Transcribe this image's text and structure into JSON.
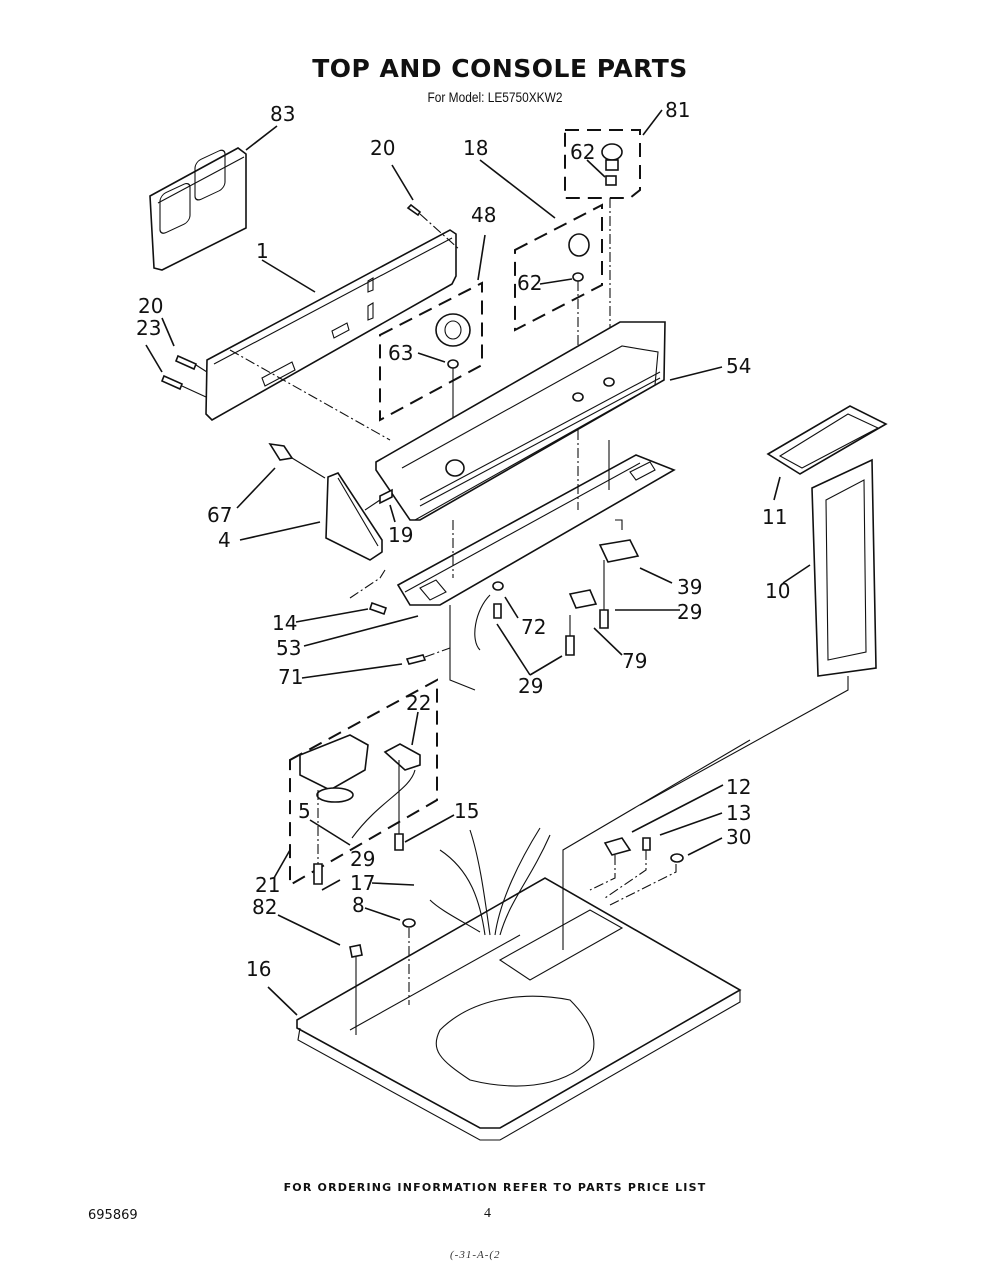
{
  "header": {
    "title": "TOP AND CONSOLE PARTS",
    "subtitle": "For Model: LE5750XKW2"
  },
  "footer": {
    "ordering_note": "FOR ORDERING INFORMATION REFER TO PARTS PRICE LIST",
    "page_number": "4",
    "document_number": "695869",
    "stamp": "(-31-A-(2"
  },
  "callouts": [
    {
      "id": "83",
      "label": "83",
      "part": "graphics-panel"
    },
    {
      "id": "20a",
      "label": "20",
      "part": "screw-top"
    },
    {
      "id": "18",
      "label": "18",
      "part": "knob-kit"
    },
    {
      "id": "81",
      "label": "81",
      "part": "knob-kit-small"
    },
    {
      "id": "62a",
      "label": "62",
      "part": "clip-upper"
    },
    {
      "id": "48",
      "label": "48",
      "part": "timer-knob-kit"
    },
    {
      "id": "1",
      "label": "1",
      "part": "console-panel"
    },
    {
      "id": "62b",
      "label": "62",
      "part": "clip-lower"
    },
    {
      "id": "20b",
      "label": "20",
      "part": "screw-left"
    },
    {
      "id": "23",
      "label": "23",
      "part": "screw-left-lower"
    },
    {
      "id": "63",
      "label": "63",
      "part": "timer-clip"
    },
    {
      "id": "54",
      "label": "54",
      "part": "console-backsplash"
    },
    {
      "id": "67",
      "label": "67",
      "part": "clip"
    },
    {
      "id": "4",
      "label": "4",
      "part": "end-cap"
    },
    {
      "id": "19",
      "label": "19",
      "part": "screw"
    },
    {
      "id": "11",
      "label": "11",
      "part": "lint-screen-cover"
    },
    {
      "id": "10",
      "label": "10",
      "part": "lint-screen"
    },
    {
      "id": "39",
      "label": "39",
      "part": "switch"
    },
    {
      "id": "29a",
      "label": "29",
      "part": "screw-switch"
    },
    {
      "id": "14",
      "label": "14",
      "part": "screw"
    },
    {
      "id": "53",
      "label": "53",
      "part": "console-bracket"
    },
    {
      "id": "72",
      "label": "72",
      "part": "grommet"
    },
    {
      "id": "79",
      "label": "79",
      "part": "switch-small"
    },
    {
      "id": "29b",
      "label": "29",
      "part": "screw-pair"
    },
    {
      "id": "71",
      "label": "71",
      "part": "screw"
    },
    {
      "id": "22",
      "label": "22",
      "part": "bracket"
    },
    {
      "id": "5",
      "label": "5",
      "part": "wire"
    },
    {
      "id": "15",
      "label": "15",
      "part": "screw"
    },
    {
      "id": "12",
      "label": "12",
      "part": "clip"
    },
    {
      "id": "13",
      "label": "13",
      "part": "pin"
    },
    {
      "id": "30",
      "label": "30",
      "part": "plug"
    },
    {
      "id": "21",
      "label": "21",
      "part": "timer-assembly"
    },
    {
      "id": "29c",
      "label": "29",
      "part": "screw-timer"
    },
    {
      "id": "17",
      "label": "17",
      "part": "wiring-harness"
    },
    {
      "id": "8",
      "label": "8",
      "part": "grommet"
    },
    {
      "id": "82",
      "label": "82",
      "part": "clip"
    },
    {
      "id": "16",
      "label": "16",
      "part": "top-panel"
    }
  ]
}
